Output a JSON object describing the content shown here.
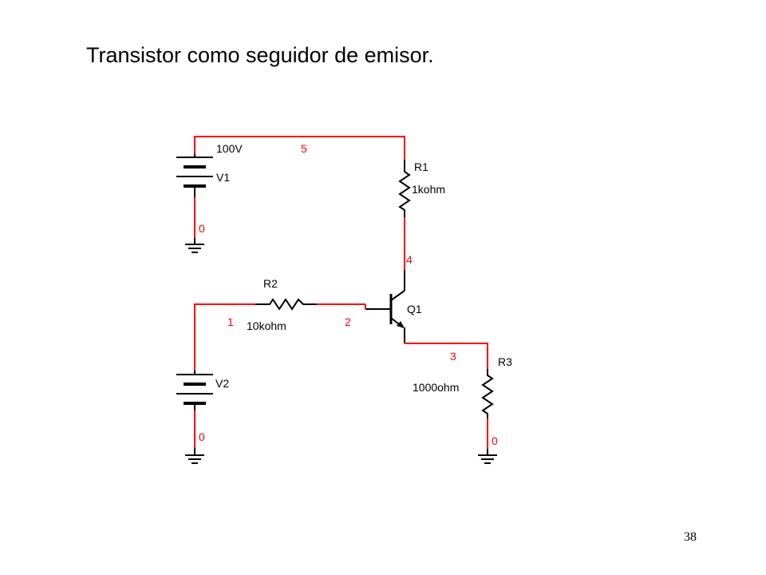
{
  "title": "Transistor como seguidor de emisor.",
  "page_number": "38",
  "colors": {
    "wire": "#ff0000",
    "component": "#000000",
    "node_label": "#ff0000"
  },
  "components": {
    "v1": {
      "name": "V1",
      "value": "100V"
    },
    "v2": {
      "name": "V2"
    },
    "r1": {
      "name": "R1",
      "value": "1kohm"
    },
    "r2": {
      "name": "R2",
      "value": "10kohm"
    },
    "r3": {
      "name": "R3",
      "value": "1000ohm"
    },
    "q1": {
      "name": "Q1"
    }
  },
  "nodes": {
    "n5": "5",
    "n4": "4",
    "n3": "3",
    "n2": "2",
    "n1": "1",
    "gnd_v1": "0",
    "gnd_v2": "0",
    "gnd_r3": "0"
  }
}
